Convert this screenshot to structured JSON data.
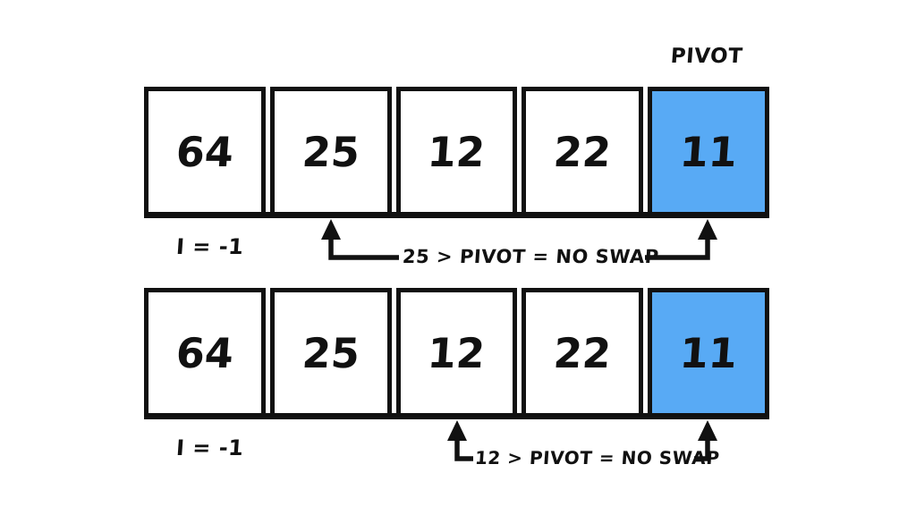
{
  "colors": {
    "background": "#ffffff",
    "ink": "#111111",
    "pivot_fill": "#58aaf5"
  },
  "pivot_label": "PIVOT",
  "steps": [
    {
      "index_label": "I = -1",
      "comparison": "25 > PIVOT = NO SWAP",
      "values": [
        "64",
        "25",
        "12",
        "22",
        "11"
      ],
      "pivot_index": 4,
      "pointer_index": 1
    },
    {
      "index_label": "I = -1",
      "comparison": "12 > PIVOT = NO SWAP",
      "values": [
        "64",
        "25",
        "12",
        "22",
        "11"
      ],
      "pivot_index": 4,
      "pointer_index": 2
    }
  ]
}
